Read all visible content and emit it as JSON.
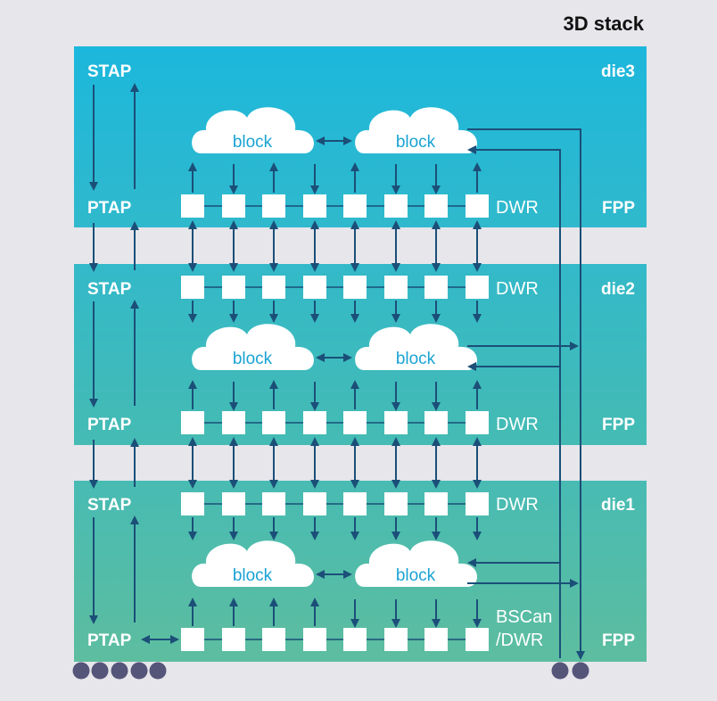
{
  "title": "3D stack",
  "dies": [
    {
      "name": "die3",
      "top_left": "STAP",
      "bottom_left": "PTAP",
      "top_right_dwr": "",
      "bottom_right_dwr": "DWR",
      "bottom_right_dwr_line2": "",
      "fpp": "FPP",
      "blocks": [
        "block",
        "block"
      ]
    },
    {
      "name": "die2",
      "top_left": "STAP",
      "bottom_left": "PTAP",
      "top_right_dwr": "DWR",
      "bottom_right_dwr": "DWR",
      "bottom_right_dwr_line2": "",
      "fpp": "FPP",
      "blocks": [
        "block",
        "block"
      ]
    },
    {
      "name": "die1",
      "top_left": "STAP",
      "bottom_left": "PTAP",
      "top_right_dwr": "DWR",
      "bottom_right_dwr": "BSCan",
      "bottom_right_dwr_line2": "/DWR",
      "fpp": "FPP",
      "blocks": [
        "block",
        "block"
      ]
    }
  ],
  "colors": {
    "background": "#e6e6eb",
    "die3_top": "#1cb7dc",
    "die3_bottom": "#30b9cc",
    "die2_top": "#33b9c9",
    "die2_bottom": "#45bbb3",
    "die1_top": "#48bbb3",
    "die1_bottom": "#5dbd9f",
    "arrow": "#1b4f78",
    "block_text": "#1aa3d4",
    "pin": "#55557a"
  }
}
